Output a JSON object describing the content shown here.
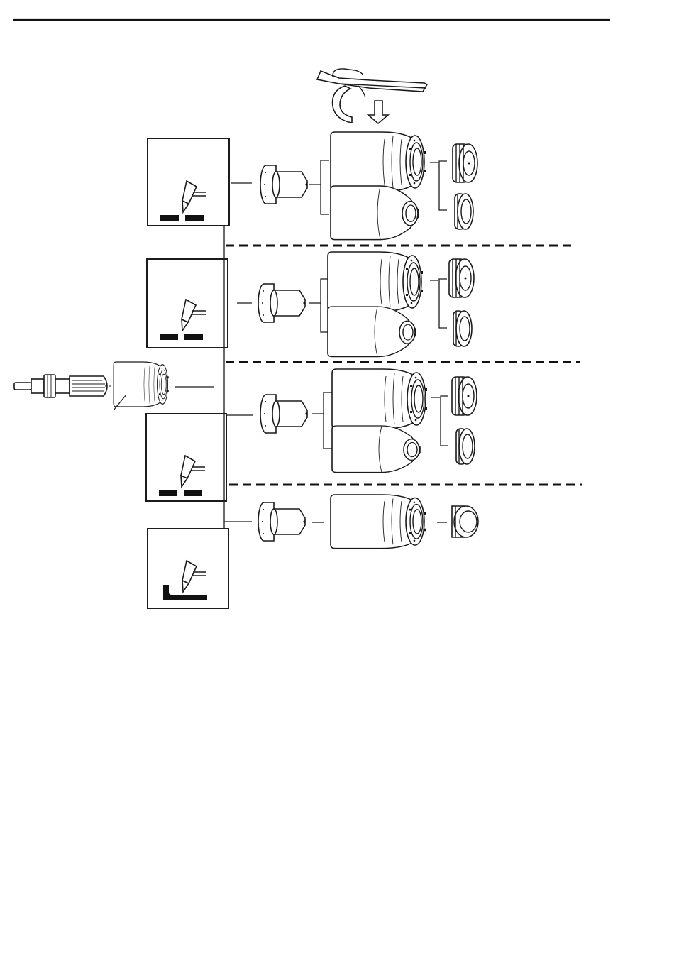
{
  "colors": {
    "line": "#1a1a1a",
    "background": "#ffffff"
  },
  "header": {
    "rule": "top-rule"
  },
  "tool": {
    "icon": "installation-tool-icon",
    "arrow": "down-arrow-icon"
  },
  "left_assembly": {
    "torch_icon": "torch-handle-icon",
    "head_icon": "torch-head-icon"
  },
  "groups": [
    {
      "id": "group-1",
      "mode_icon": "gouging-torch-icon",
      "work_marker": "split-bar",
      "shield_variants": 2,
      "nozzle_variants": 2
    },
    {
      "id": "group-2",
      "mode_icon": "gouging-torch-icon",
      "work_marker": "split-bar",
      "shield_variants": 2,
      "nozzle_variants": 2
    },
    {
      "id": "group-3",
      "mode_icon": "gouging-torch-icon",
      "work_marker": "split-bar",
      "shield_variants": 2,
      "nozzle_variants": 2
    },
    {
      "id": "group-4",
      "mode_icon": "drag-cutting-torch-icon",
      "work_marker": "notched-plate",
      "shield_variants": 1,
      "nozzle_variants": 1
    }
  ]
}
